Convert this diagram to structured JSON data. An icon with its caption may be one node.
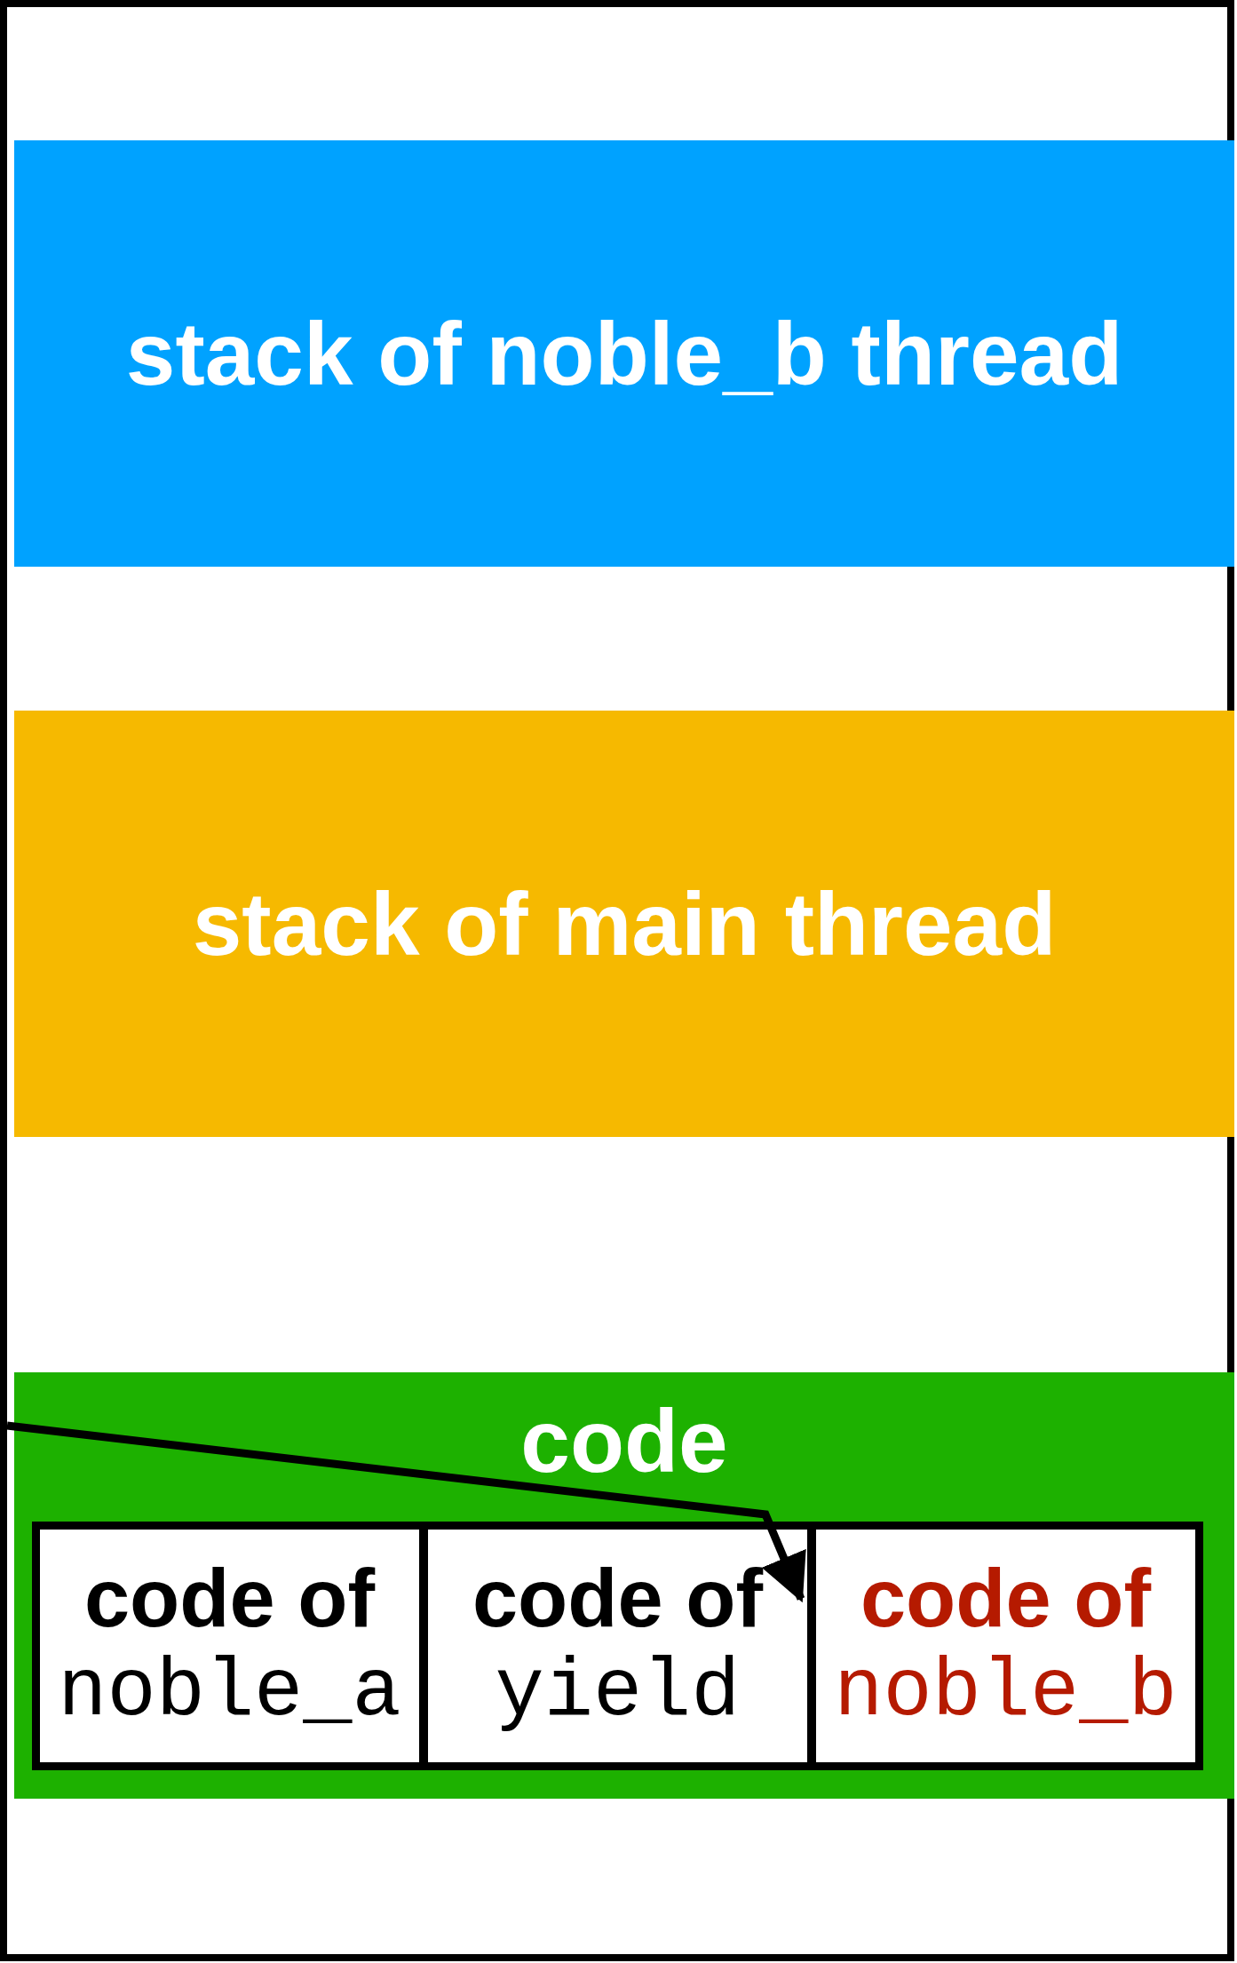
{
  "diagram": {
    "nodes": [
      {
        "text": [],
        "shape": "box"
      },
      {
        "text": [
          "stack of noble_b thread"
        ],
        "in": 0
      },
      {
        "text": [
          "stack of main thread"
        ],
        "in": 0
      },
      {
        "text": [
          "code"
        ],
        "in": 0
      },
      {
        "text": [
          "code of",
          "noble_a"
        ],
        "in": 3
      },
      {
        "text": [
          "code of",
          "yield"
        ],
        "in": 3
      },
      {
        "text": [
          "code of",
          "noble_b"
        ],
        "in": 3
      }
    ],
    "edges": [
      {
        "from": null,
        "to": 6,
        "arrow": "to"
      }
    ]
  }
}
